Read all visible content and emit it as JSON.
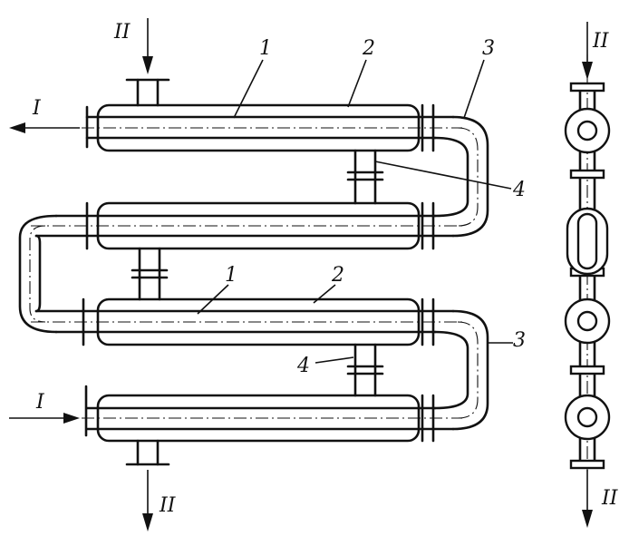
{
  "figure": {
    "labels": {
      "n1": "1",
      "n2": "2",
      "n3": "3",
      "n4": "4",
      "stream_I": "I",
      "stream_II": "II"
    }
  }
}
